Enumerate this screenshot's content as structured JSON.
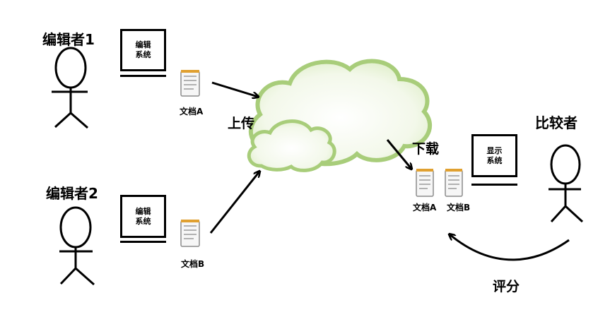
{
  "editor1": {
    "label": "编辑者1",
    "screen": "编辑系统",
    "document": "文档A"
  },
  "editor2": {
    "label": "编辑者2",
    "screen": "编辑系统",
    "document": "文档B"
  },
  "cloud": {
    "upload": "上传",
    "download": "下载"
  },
  "comparer": {
    "label": "比较者",
    "screen": "显示系统",
    "docs": [
      "文档A",
      "文档B"
    ],
    "rating": "评分"
  },
  "icons": {
    "person": "stick-figure-icon",
    "monitor": "monitor-icon",
    "document": "document-icon",
    "cloud": "cloud-icon"
  },
  "colors": {
    "cloud_outline": "#a8cd7a",
    "cloud_fill": "#f4f9ec",
    "ink": "#000000"
  }
}
